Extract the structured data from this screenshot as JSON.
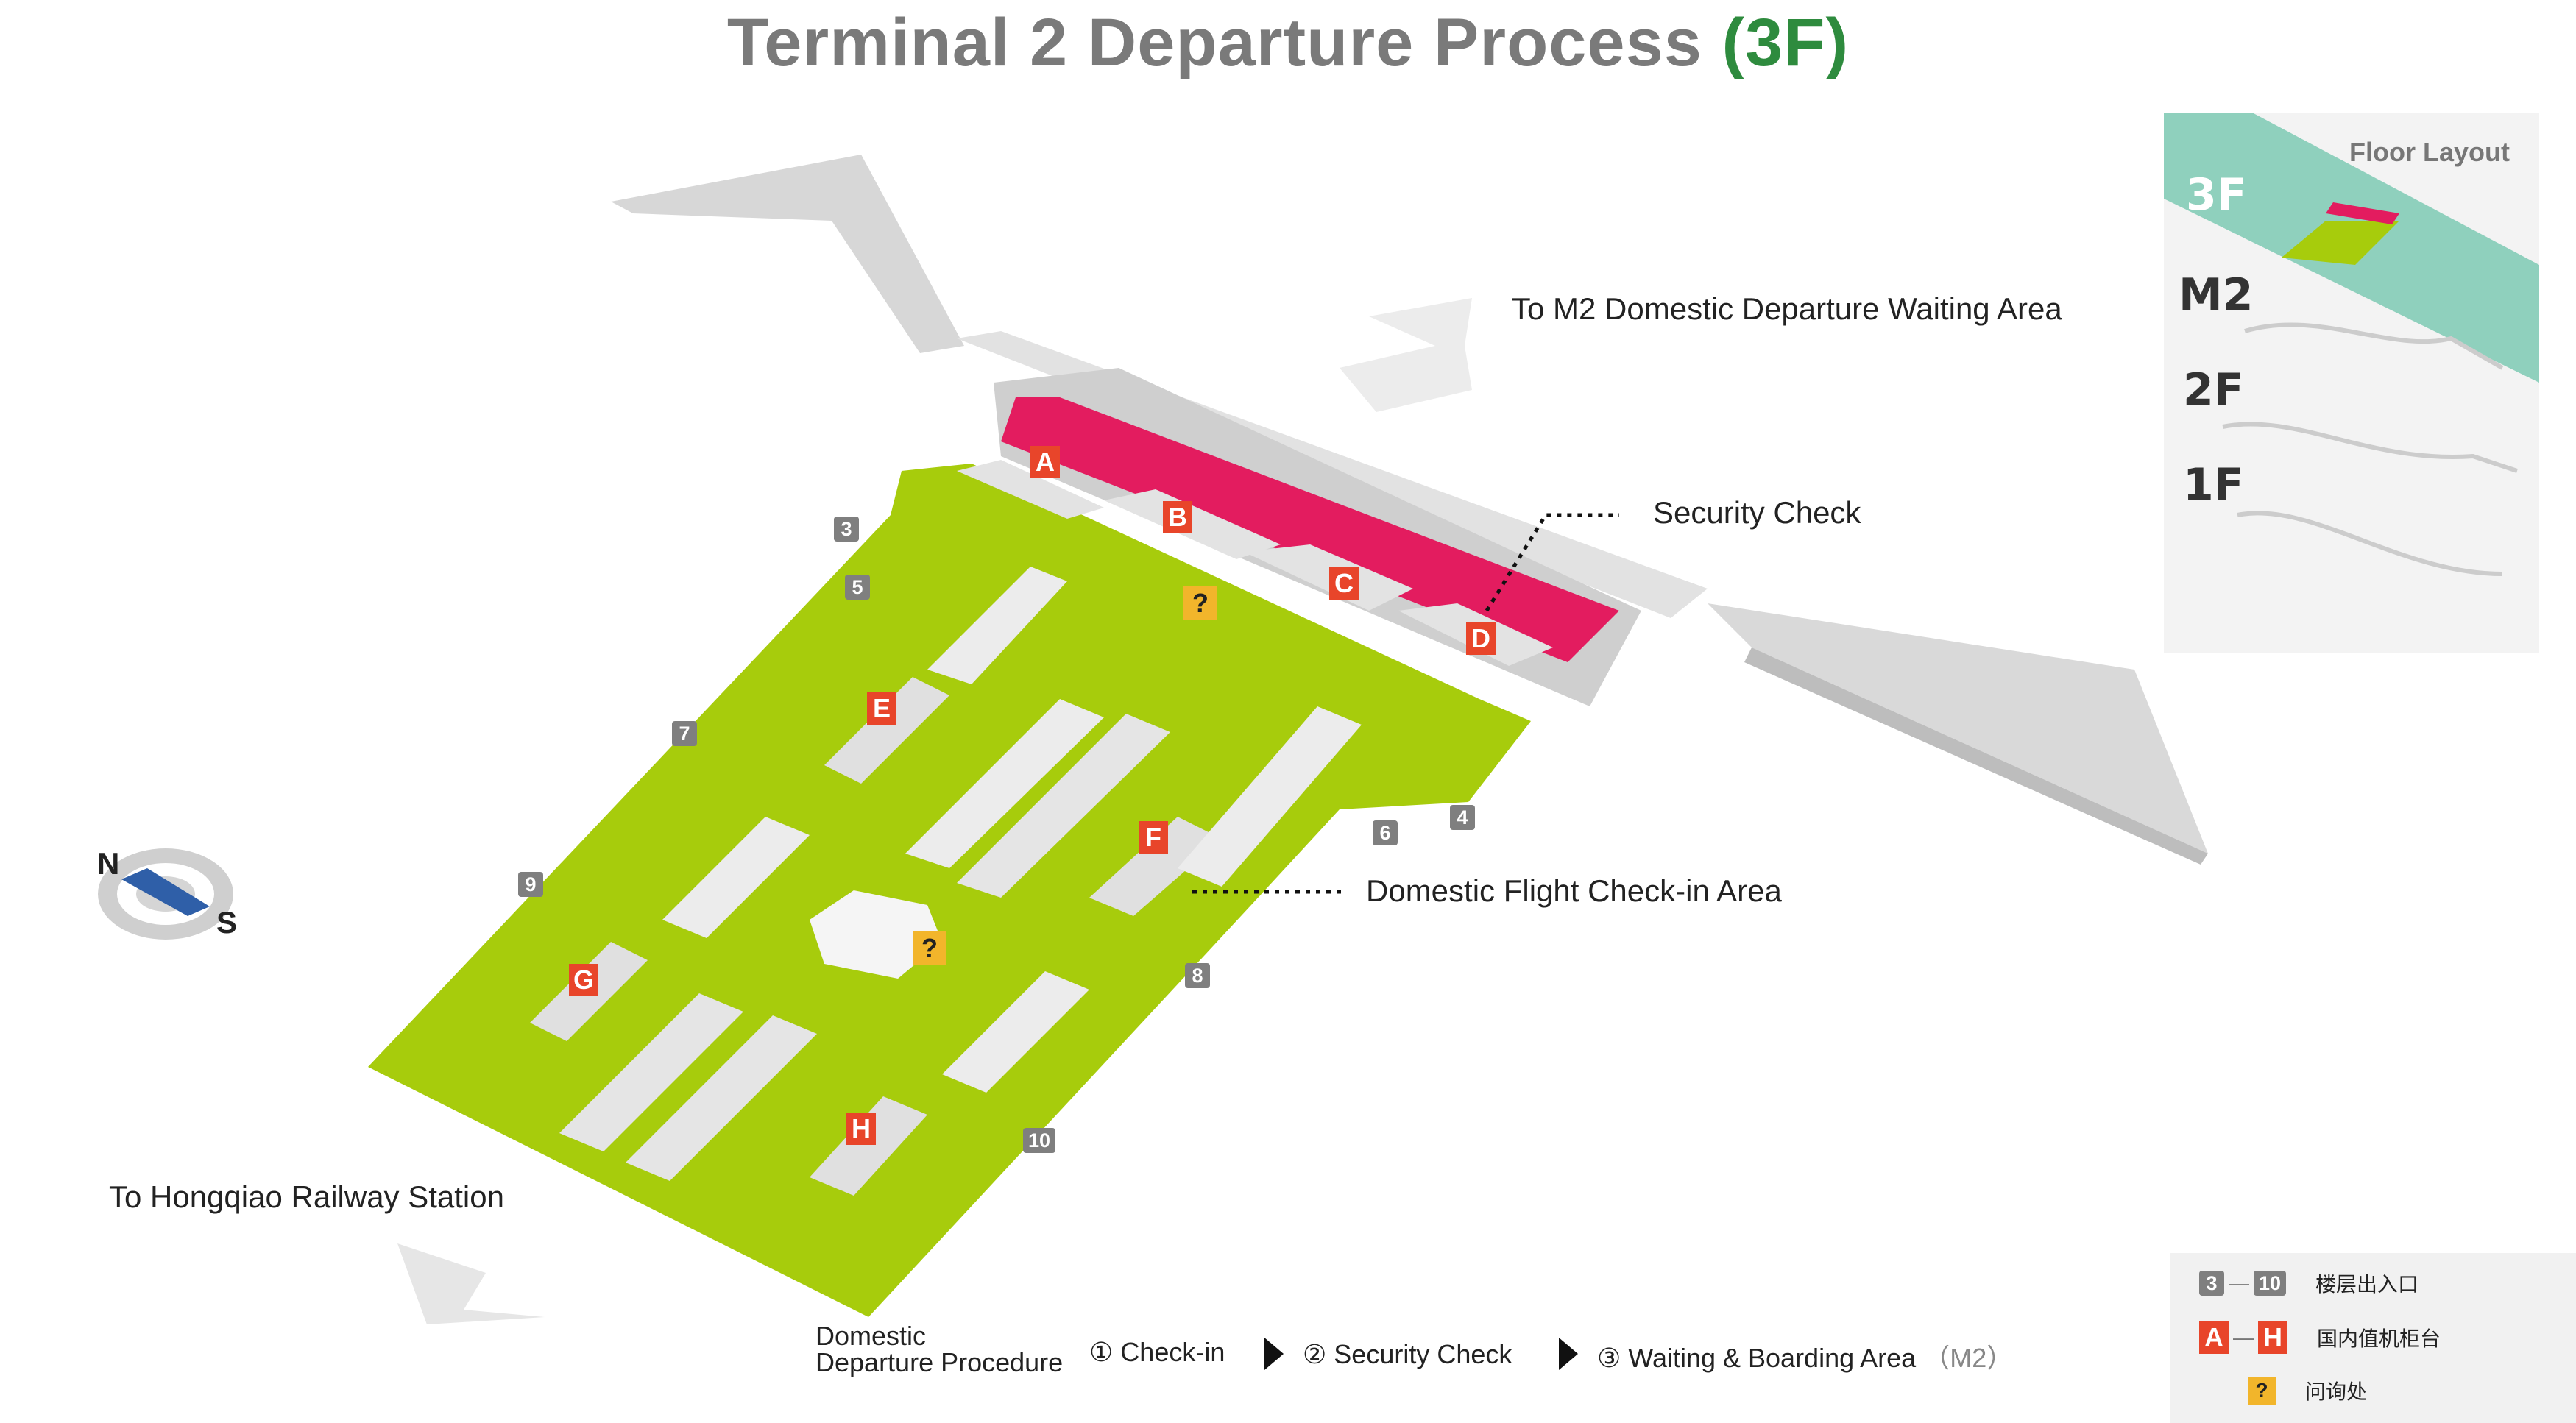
{
  "title": {
    "main": "Terminal 2 Departure Process ",
    "floor": "(3F)"
  },
  "labels": {
    "to_m2": "To M2 Domestic Departure Waiting Area",
    "security_check": "Security Check",
    "checkin_area": "Domestic Flight Check-in Area",
    "to_railway": "To Hongqiao Railway Station"
  },
  "compass": {
    "north": "N",
    "south": "S"
  },
  "entrances": [
    "3",
    "5",
    "7",
    "9",
    "6",
    "4",
    "8",
    "10"
  ],
  "counters": [
    "A",
    "B",
    "C",
    "D",
    "E",
    "F",
    "G",
    "H"
  ],
  "info_desk_symbol": "?",
  "floor_layout": {
    "title": "Floor Layout",
    "floors": [
      "3F",
      "M2",
      "2F",
      "1F"
    ]
  },
  "procedure": {
    "heading_line1": "Domestic",
    "heading_line2": "Departure Procedure",
    "step1_num": "①",
    "step1": "Check-in",
    "step2_num": "②",
    "step2": "Security Check",
    "step3_num": "③",
    "step3": "Waiting & Boarding Area",
    "step3_suffix": "（M2）"
  },
  "legend": {
    "entrance_from": "3",
    "entrance_to": "10",
    "entrance_label": "楼层出入口",
    "counter_from": "A",
    "counter_to": "H",
    "counter_label": "国内值机柜台",
    "info_symbol": "?",
    "info_label": "问询处"
  },
  "colors": {
    "floor_green": "#a7cc0c",
    "security_pink": "#e31c5f",
    "counter_red": "#e8452a",
    "info_yellow": "#f2b52b",
    "title_green": "#2e8b3e",
    "layout_teal": "#8fd0bd"
  }
}
